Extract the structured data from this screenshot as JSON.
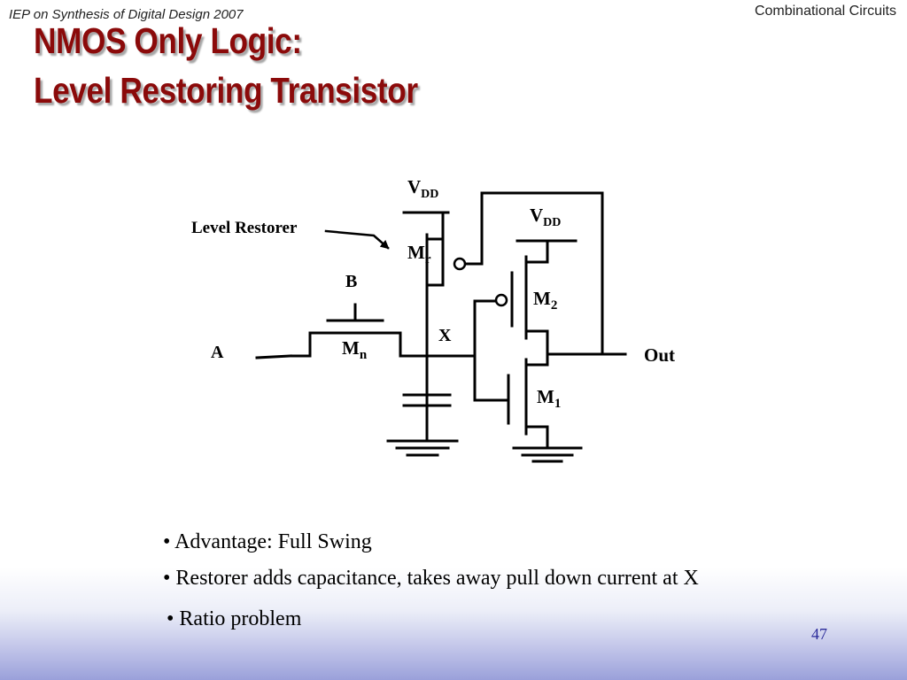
{
  "header": {
    "left": "IEP on Synthesis of Digital Design 2007",
    "right": "Combinational Circuits"
  },
  "title": {
    "line1": "NMOS Only Logic:",
    "line2": "Level Restoring Transistor"
  },
  "circuit": {
    "level_restorer": "Level Restorer",
    "vdd1": {
      "main": "V",
      "sub": "DD"
    },
    "vdd2": {
      "main": "V",
      "sub": "DD"
    },
    "mr": {
      "main": "M",
      "sub": "r"
    },
    "b": "B",
    "m2": {
      "main": "M",
      "sub": "2"
    },
    "x": "X",
    "a": "A",
    "mn": {
      "main": "M",
      "sub": "n"
    },
    "out": "Out",
    "m1": {
      "main": "M",
      "sub": "1"
    }
  },
  "bullets": [
    "• Advantage: Full Swing",
    "• Restorer adds capacitance, takes away pull down current at X",
    "• Ratio problem"
  ],
  "page_number": "47"
}
